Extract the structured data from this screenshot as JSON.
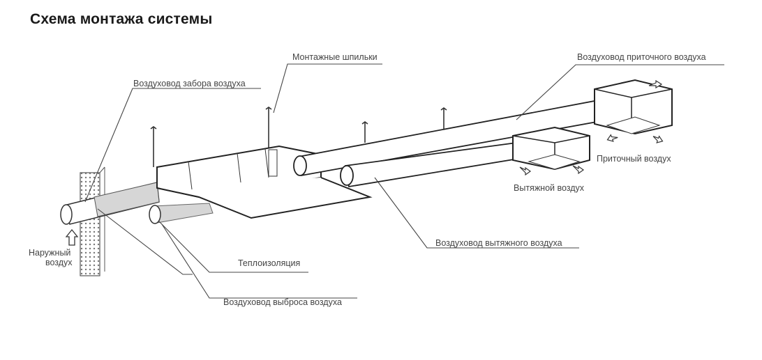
{
  "title": "Схема монтажа системы",
  "labels": {
    "mounting_studs": "Монтажные шпильки",
    "supply_duct": "Воздуховод приточного воздуха",
    "intake_duct": "Воздуховод забора воздуха",
    "supply_air": "Приточный воздух",
    "exhaust_air": "Вытяжной воздух",
    "exhaust_duct": "Воздуховод вытяжного воздуха",
    "outdoor_air_line1": "Наружный",
    "outdoor_air_line2": "воздух",
    "insulation": "Теплоизоляция",
    "discharge_duct": "Воздуховод выброса воздуха"
  }
}
